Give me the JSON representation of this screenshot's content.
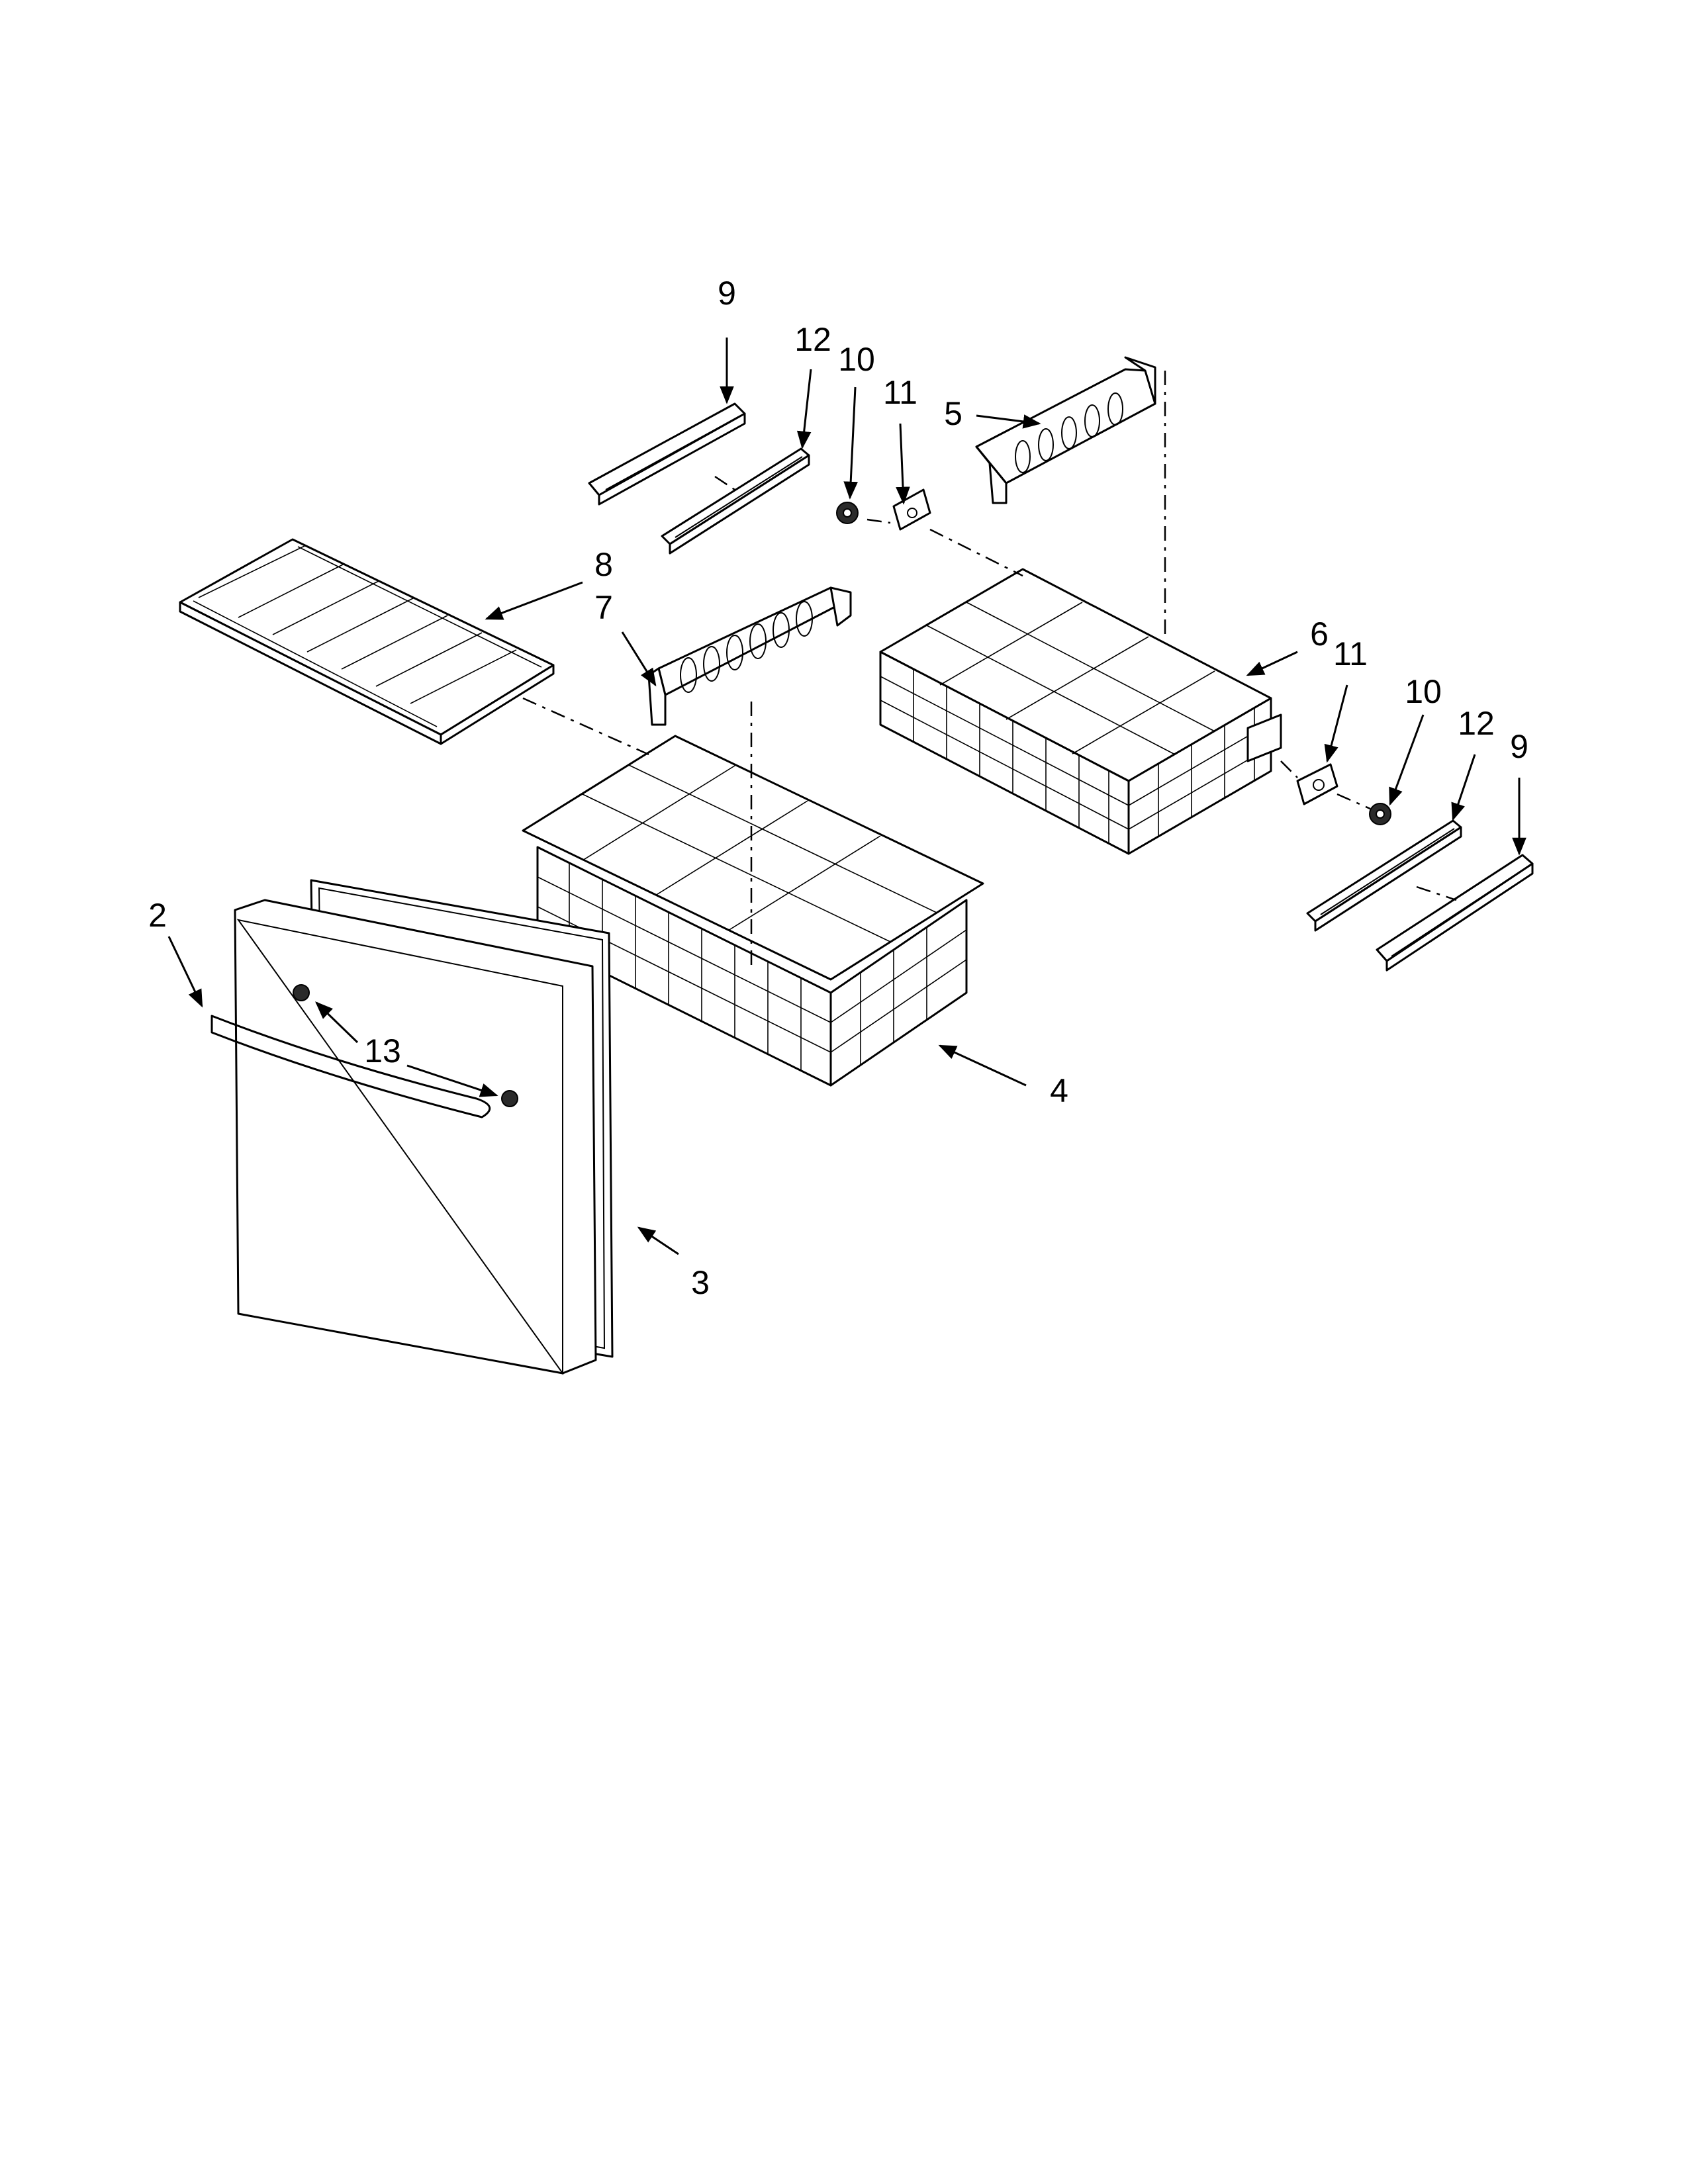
{
  "callouts": {
    "c2": "2",
    "c3": "3",
    "c4": "4",
    "c5": "5",
    "c6": "6",
    "c7": "7",
    "c8": "8",
    "c9a": "9",
    "c9b": "9",
    "c10a": "10",
    "c10b": "10",
    "c11a": "11",
    "c11b": "11",
    "c12a": "12",
    "c12b": "12",
    "c13": "13"
  }
}
